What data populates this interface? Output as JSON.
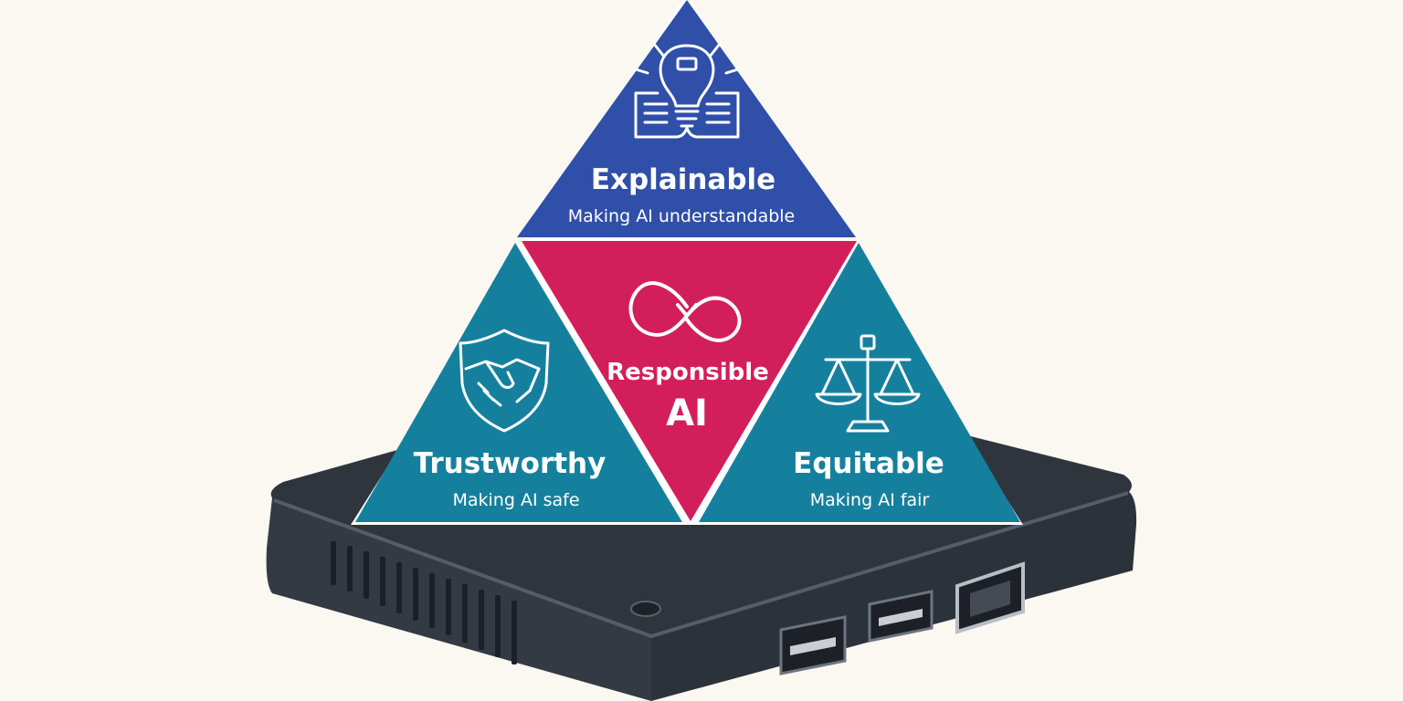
{
  "diagram": {
    "center": {
      "title": "Responsible",
      "subtitle": "AI",
      "icon": "infinity-loop-icon",
      "color": "#d21f5c"
    },
    "segments": [
      {
        "id": "explainable",
        "title": "Explainable",
        "description": "Making AI understandable",
        "icon": "lightbulb-book-icon",
        "color": "#2f4fa8"
      },
      {
        "id": "trustworthy",
        "title": "Trustworthy",
        "description": "Making AI safe",
        "icon": "handshake-shield-icon",
        "color": "#15809e"
      },
      {
        "id": "equitable",
        "title": "Equitable",
        "description": "Making AI fair",
        "icon": "scales-icon",
        "color": "#15809e"
      }
    ],
    "device": {
      "name": "mini-pc-box",
      "body_color": "#3a414b",
      "top_color": "#2e343c"
    }
  }
}
